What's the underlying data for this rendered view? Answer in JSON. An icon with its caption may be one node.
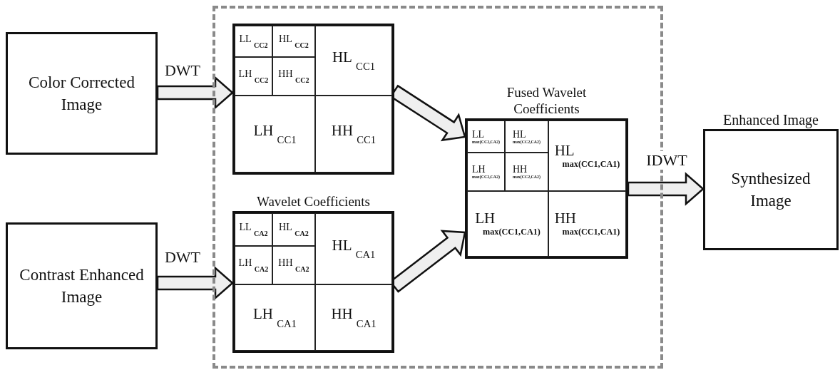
{
  "diagram": {
    "nodes": [
      {
        "text": [],
        "shape": "box"
      },
      {
        "text": [
          "Color Corrected Image"
        ]
      },
      {
        "text": [
          "Contrast Enhanced Image"
        ]
      },
      {
        "text": [],
        "shape": "box",
        "in": 0
      },
      {
        "text": [
          "LL$_{CC2}$"
        ],
        "in": 3
      },
      {
        "text": [
          "HL$_{CC2}$"
        ],
        "in": 3
      },
      {
        "text": [
          "LH$_{CC2}$"
        ],
        "in": 3
      },
      {
        "text": [
          "HH$_{CC2}$"
        ],
        "in": 3
      },
      {
        "text": [
          "HL$_{CC1}$"
        ],
        "in": 3
      },
      {
        "text": [
          "LH$_{CC1}$"
        ],
        "in": 3
      },
      {
        "text": [
          "HH$_{CC1}$"
        ],
        "in": 3
      },
      {
        "text": [
          "Wavelet Coefficients"
        ],
        "in": 0
      },
      {
        "text": [
          "LL$_{CA2}$"
        ],
        "in": 11
      },
      {
        "text": [
          "HL$_{CA2}$"
        ],
        "in": 11
      },
      {
        "text": [
          "LH$_{CA2}$"
        ],
        "in": 11
      },
      {
        "text": [
          "HH$_{CA2}$"
        ],
        "in": 11
      },
      {
        "text": [
          "HL$_{CA1}$"
        ],
        "in": 11
      },
      {
        "text": [
          "LH$_{CA1}$"
        ],
        "in": 11
      },
      {
        "text": [
          "HH$_{CA1}$"
        ],
        "in": 11
      },
      {
        "text": [
          "Fused Wavelet Coefficients"
        ],
        "in": 0
      },
      {
        "text": [
          "LL$_{max(CC2,CA2)}$"
        ],
        "in": 19
      },
      {
        "text": [
          "HL$_{max(CC2,CA2)}$"
        ],
        "in": 19
      },
      {
        "text": [
          "LH$_{max(CC2,CA2)}$"
        ],
        "in": 19
      },
      {
        "text": [
          "HH$_{max(CC2,CA2)}$"
        ],
        "in": 19
      },
      {
        "text": [
          "HL$_{max(CC1,CA1)}$"
        ],
        "in": 19
      },
      {
        "text": [
          "LH$_{max(CC1,CA1)}$"
        ],
        "in": 19
      },
      {
        "text": [
          "HH$_{max(CC1,CA1)}$"
        ],
        "in": 19
      },
      {
        "text": [
          "Enhanced Image",
          "Synthesized Image"
        ]
      }
    ],
    "edges": [
      {
        "from": 1,
        "to": 3,
        "arrow": "to",
        "label": "DWT"
      },
      {
        "from": 2,
        "to": 11,
        "arrow": "to",
        "label": "DWT"
      },
      {
        "from": 3,
        "to": 19,
        "arrow": "to"
      },
      {
        "from": 11,
        "to": 19,
        "arrow": "to"
      },
      {
        "from": 19,
        "to": 27,
        "arrow": "to",
        "label": "IDWT"
      }
    ]
  }
}
